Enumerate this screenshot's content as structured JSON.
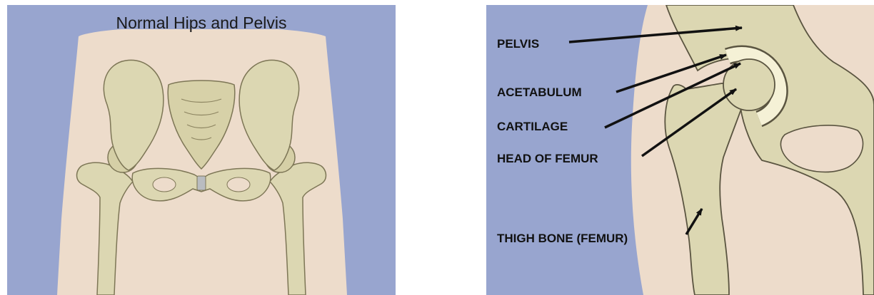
{
  "colors": {
    "background": "#98a5cf",
    "skin": "#eddccb",
    "bone": "#dcd7b2",
    "bone_shadow": "#a7a07a",
    "cartilage": "#f5f1d6",
    "outline": "#5a5440"
  },
  "left_panel": {
    "title": "Normal Hips and Pelvis"
  },
  "right_panel": {
    "labels": [
      {
        "id": "pelvis",
        "text": "PELVIS"
      },
      {
        "id": "acetabulum",
        "text": "ACETABULUM"
      },
      {
        "id": "cartilage",
        "text": "CARTILAGE"
      },
      {
        "id": "head-of-femur",
        "text": "HEAD OF FEMUR"
      },
      {
        "id": "thigh-bone",
        "text": "THIGH BONE (FEMUR)"
      }
    ]
  }
}
